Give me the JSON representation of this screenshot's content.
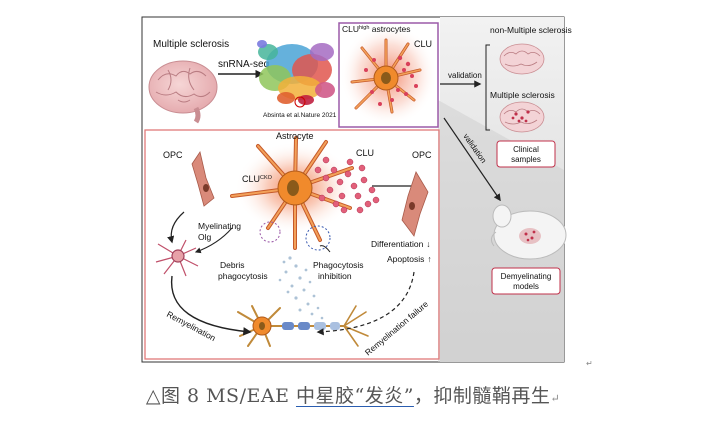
{
  "figure": {
    "top_panel": {
      "ms_label": "Multiple sclerosis",
      "snrna_label": "snRNA-seq",
      "citation": "Absinta et al.Nature 2021",
      "clu_high_prefix": "CLU",
      "clu_high_sup": "high",
      "clu_high_suffix": " astrocytes",
      "clu_label": "CLU",
      "validation_label": "validation",
      "non_ms_label": "non-Multiple sclerosis",
      "ms_label_right": "Multiple sclerosis",
      "clinical_samples": [
        "Clinical",
        "samples"
      ],
      "validation_diag": "validation"
    },
    "main_panel": {
      "opc_left": "OPC",
      "astrocyte": "Astrocyte",
      "clu_cko_prefix": "CLU",
      "clu_cko_sup": "CKO",
      "clu_mid": "CLU",
      "opc_right": "OPC",
      "myelinating_olg": [
        "Myelinating",
        "Olg"
      ],
      "debris_phagocytosis": [
        "Debris",
        "phagocytosis"
      ],
      "phagocytosis_inhibition": [
        "Phagocytosis",
        "inhibition"
      ],
      "differentiation": "Differentiation",
      "apoptosis": "Apoptosis",
      "remyelination": "Remyelination",
      "remyelination_failure": "Remyelination failure"
    },
    "right_panel": {
      "demyelinating_models": [
        "Demyelinating",
        "models"
      ]
    },
    "end_mark": "↵"
  },
  "caption": {
    "prefix": "△图 8  MS/EAE ",
    "underlined": "中星胶“发炎”",
    "suffix": "，抑制髓鞘再生",
    "end_mark": "↵"
  },
  "colors": {
    "astrocyte_core": "#f08a2c",
    "astrocyte_glow": "#f6b0a0",
    "clu_dots": "#d9405a",
    "opc_body": "#d98a7a",
    "panel_border": "#e07a7a",
    "inset_border": "#9b5aa8",
    "right_panel_bg": "#dcdcdc",
    "box_border": "#c0304a",
    "arrow": "#222222"
  }
}
